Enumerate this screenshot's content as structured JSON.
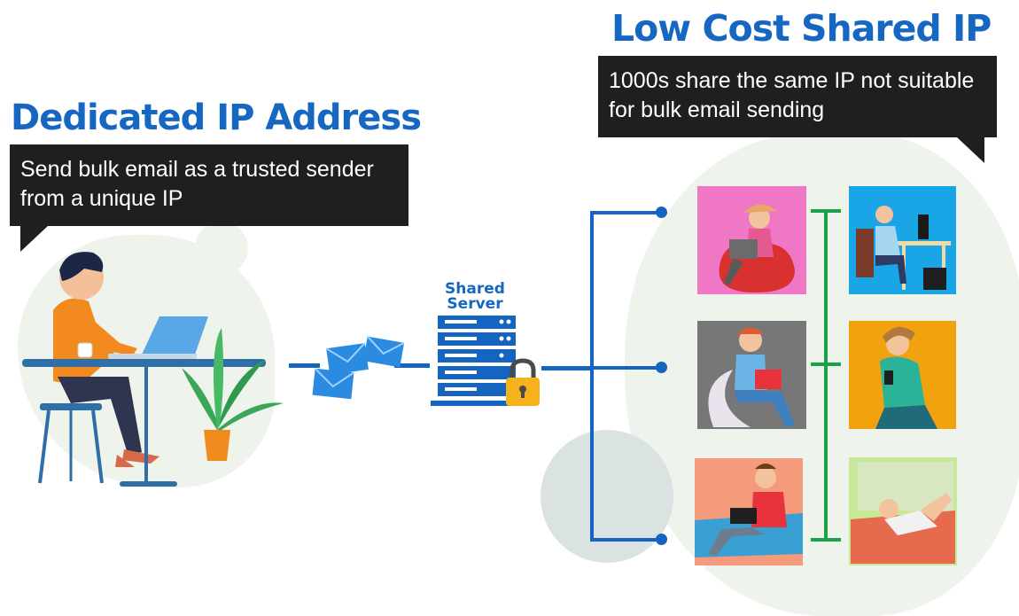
{
  "dedicated": {
    "title": "Dedicated IP Address",
    "line1": "Send bulk email as a trusted sender",
    "line2": "from a unique IP"
  },
  "shared": {
    "title": "Low Cost Shared IP",
    "line1": "1000s share the same IP not suitable",
    "line2": "for bulk email sending"
  },
  "server": {
    "line1": "Shared",
    "line2": "Server"
  },
  "colors": {
    "title_blue": "#1667c2",
    "connector_blue": "#1565c0",
    "connector_green": "#1aa14a",
    "bubble_bg": "#1f1f1f"
  },
  "tiles": [
    {
      "name": "woman-on-beanbag",
      "bg": "#ef77c6"
    },
    {
      "name": "man-at-desk",
      "bg": "#1aa6e6"
    },
    {
      "name": "man-in-chair-laptop",
      "bg": "#777777"
    },
    {
      "name": "person-with-phone",
      "bg": "#f0a20f"
    },
    {
      "name": "man-on-sofa",
      "bg": "#f59a7a"
    },
    {
      "name": "woman-reclining",
      "bg": "#c8e89a"
    }
  ]
}
